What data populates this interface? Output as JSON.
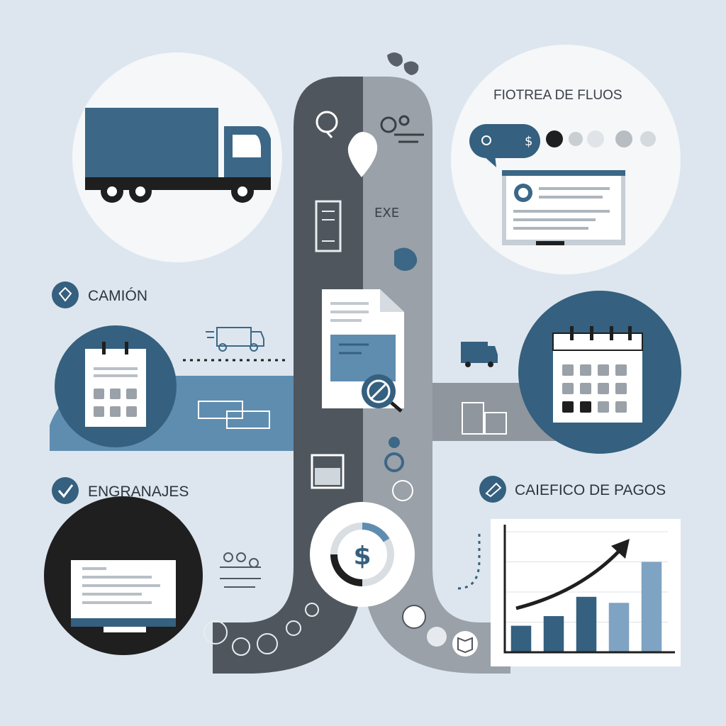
{
  "labels": {
    "truck": "CAMIÓN",
    "gears": "ENGRANAJES",
    "payments": "CAIEFICO DE PAGOS",
    "flows_title": "FIOTREA DE FLUOS"
  },
  "colors": {
    "background": "#dde6ee",
    "dark_road": "#4f565e",
    "light_road": "#9aa1a8",
    "accent_blue": "#3c6787",
    "mid_blue": "#6491b4",
    "black": "#1f1f1f",
    "white": "#f7f9fb"
  },
  "icons": [
    "truck-icon",
    "calendar-icon",
    "monitor-icon",
    "chat-bubble-icon",
    "browser-window-icon",
    "document-icon",
    "dollar-coin-icon",
    "bar-chart-icon",
    "gear-icon",
    "delivery-van-icon",
    "location-pin-icon",
    "puzzle-icon"
  ],
  "chart_data": {
    "type": "bar",
    "categories": [
      "",
      "",
      "",
      "",
      ""
    ],
    "values": [
      22,
      30,
      46,
      41,
      75
    ],
    "ylim": [
      0,
      100
    ],
    "title": "",
    "xlabel": "",
    "ylabel": "",
    "trend_arrow": true,
    "grid": true
  }
}
